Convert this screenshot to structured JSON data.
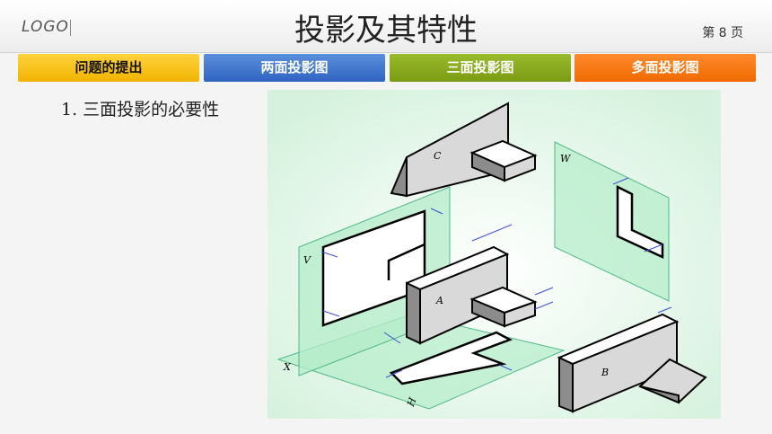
{
  "header": {
    "logo": "LOGO",
    "title": "投影及其特性",
    "page_number": "第 8 页"
  },
  "tabs": [
    {
      "label": "问题的提出",
      "color": "#f5c518"
    },
    {
      "label": "两面投影图",
      "color": "#3f78d0"
    },
    {
      "label": "三面投影图",
      "color": "#86a81e"
    },
    {
      "label": "多面投影图",
      "color": "#f47a12"
    }
  ],
  "section": {
    "title": "1. 三面投影的必要性"
  },
  "figure": {
    "labels": {
      "c": "C",
      "w": "W",
      "v": "V",
      "a": "A",
      "x": "X",
      "b": "B",
      "h": "H"
    },
    "background": "#dff5e6",
    "plane_color": "#b4ecc9"
  }
}
